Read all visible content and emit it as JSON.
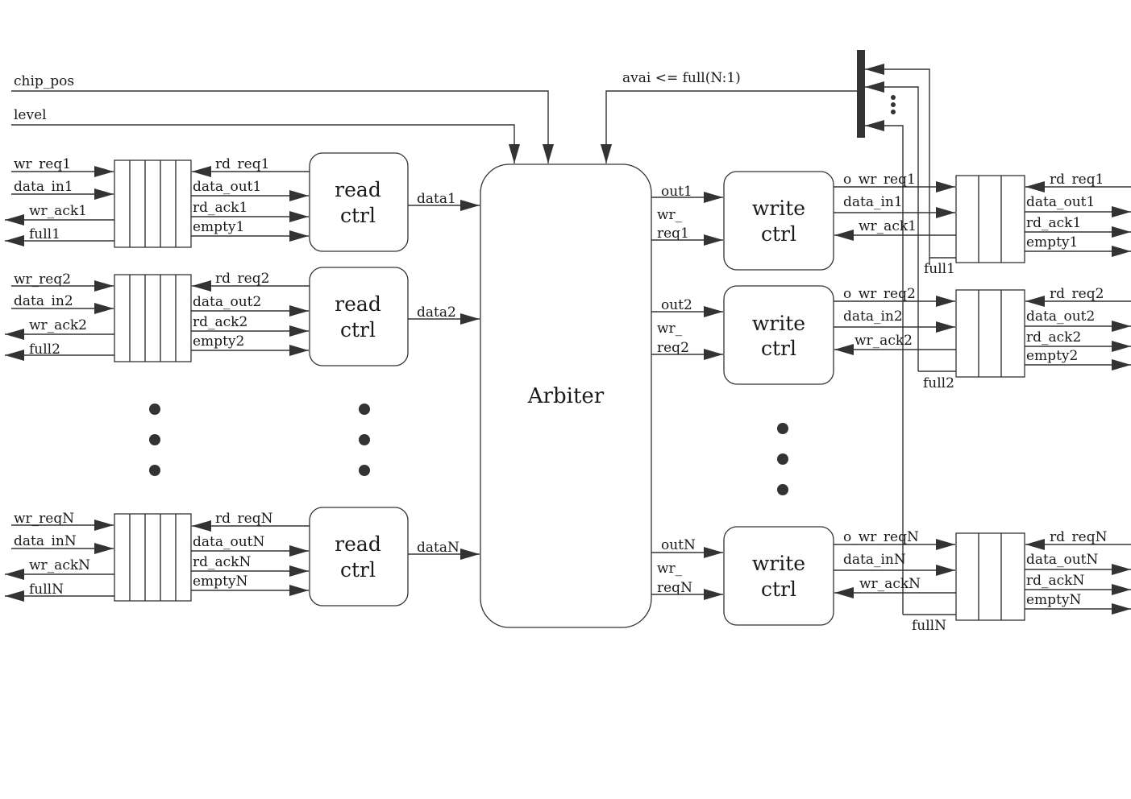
{
  "inputs": {
    "chip_pos": "chip_pos",
    "level": "level",
    "avai": "avai <= full(N:1)"
  },
  "arbiter": {
    "label": "Arbiter"
  },
  "read_ctrl": {
    "line1": "read",
    "line2": "ctrl"
  },
  "write_ctrl": {
    "line1": "write",
    "line2": "ctrl"
  },
  "input_channels": [
    {
      "wr_req": "wr_req1",
      "data_in": "data_in1",
      "wr_ack": "wr_ack1",
      "full": "full1",
      "rd_req": "rd_req1",
      "data_out": "data_out1",
      "rd_ack": "rd_ack1",
      "empty": "empty1",
      "data": "data1"
    },
    {
      "wr_req": "wr_req2",
      "data_in": "data_in2",
      "wr_ack": "wr_ack2",
      "full": "full2",
      "rd_req": "rd_req2",
      "data_out": "data_out2",
      "rd_ack": "rd_ack2",
      "empty": "empty2",
      "data": "data2"
    },
    {
      "wr_req": "wr_reqN",
      "data_in": "data_inN",
      "wr_ack": "wr_ackN",
      "full": "fullN",
      "rd_req": "rd_reqN",
      "data_out": "data_outN",
      "rd_ack": "rd_ackN",
      "empty": "emptyN",
      "data": "dataN"
    }
  ],
  "output_channels": [
    {
      "out": "out1",
      "wr_top": "wr_",
      "wr_bottom": "req1",
      "o_wr_req": "o_wr_req1",
      "data_in": "data_in1",
      "wr_ack": "wr_ack1",
      "full": "full1",
      "rd_req": "rd_req1",
      "data_out": "data_out1",
      "rd_ack": "rd_ack1",
      "empty": "empty1"
    },
    {
      "out": "out2",
      "wr_top": "wr_",
      "wr_bottom": "req2",
      "o_wr_req": "o_wr_req2",
      "data_in": "data_in2",
      "wr_ack": "wr_ack2",
      "full": "full2",
      "rd_req": "rd_req2",
      "data_out": "data_out2",
      "rd_ack": "rd_ack2",
      "empty": "empty2"
    },
    {
      "out": "outN",
      "wr_top": "wr_",
      "wr_bottom": "reqN",
      "o_wr_req": "o_wr_reqN",
      "data_in": "data_inN",
      "wr_ack": "wr_ackN",
      "full": "fullN",
      "rd_req": "rd_reqN",
      "data_out": "data_outN",
      "rd_ack": "rd_ackN",
      "empty": "emptyN"
    }
  ]
}
